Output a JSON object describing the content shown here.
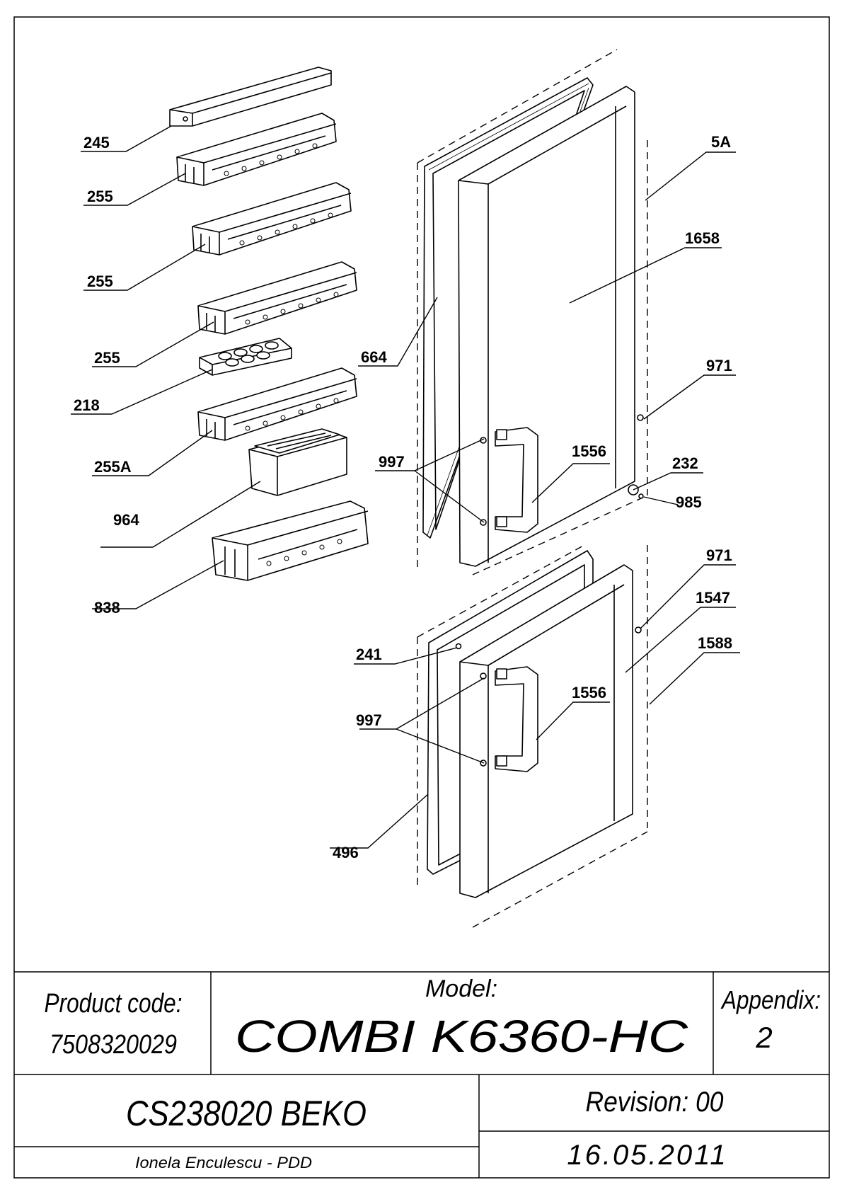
{
  "callouts": {
    "c245": "245",
    "c255a": "255",
    "c255b": "255",
    "c255c": "255",
    "c218": "218",
    "c255A": "255A",
    "c964": "964",
    "c838": "838",
    "c664": "664",
    "c997a": "997",
    "c1556a": "1556",
    "c5A": "5A",
    "c1658": "1658",
    "c971a": "971",
    "c232": "232",
    "c985": "985",
    "c971b": "971",
    "c1547": "1547",
    "c1588": "1588",
    "c241": "241",
    "c997b": "997",
    "c1556b": "1556",
    "c496": "496"
  },
  "title_block": {
    "product_code_label": "Product code:",
    "product_code": "7508320029",
    "model_label": "Model:",
    "model": "COMBI K6360-HC",
    "appendix_label": "Appendix:",
    "appendix": "2",
    "document": "CS238020 BEKO",
    "revision": "Revision: 00",
    "author": "Ionela Enculescu - PDD",
    "date": "16.05.2011"
  }
}
